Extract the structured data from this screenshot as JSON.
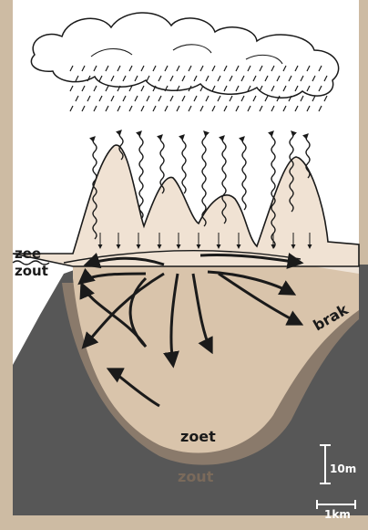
{
  "labels": {
    "sea": "zee",
    "salt_top": "zout",
    "brackish": "brak",
    "fresh": "zoet",
    "salt_bottom": "zout"
  },
  "scale": {
    "vertical": "10m",
    "horizontal": "1km"
  },
  "colors": {
    "frame": "#cdbba3",
    "sky": "#ffffff",
    "dune": "#f0e2d3",
    "lens": "#d9c4ab",
    "salt_ground": "#575757",
    "brackish_band": "#8a7a6b",
    "ink": "#1a1a1a"
  },
  "icons": [
    "cloud-icon",
    "rain-icon",
    "evaporation-arrow-icon",
    "infiltration-arrow-icon",
    "flow-arrow-icon"
  ]
}
